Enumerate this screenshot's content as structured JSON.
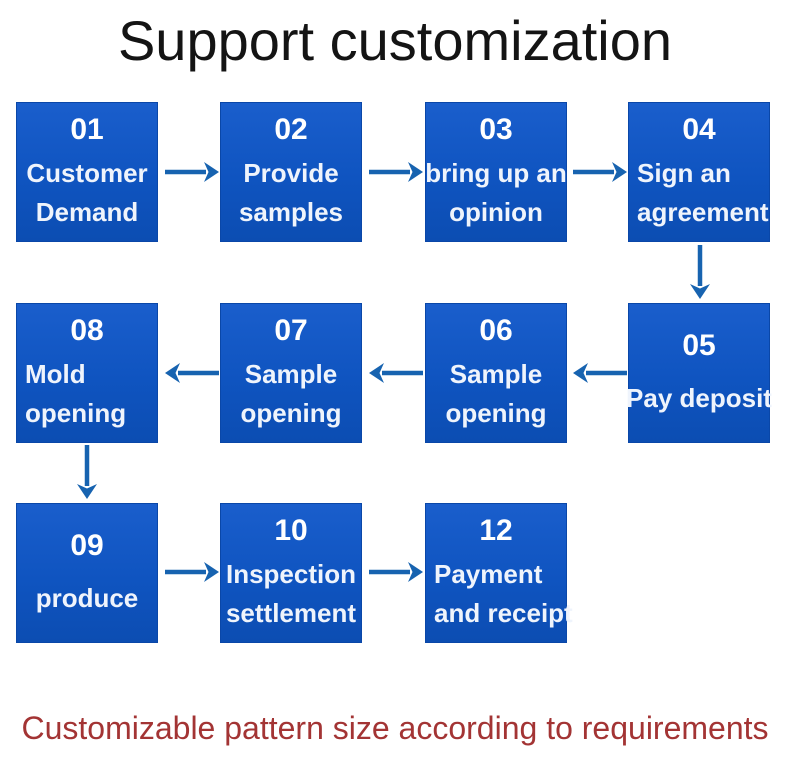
{
  "title": "Support customization",
  "footer": "Customizable pattern size according to requirements",
  "colors": {
    "box-blue": "#0F54C0",
    "box-blue-light": "#1A5ECC",
    "box-blue-dark": "#0C4DB2",
    "box-border": "#0A47A8",
    "arrow-blue": "#1763B0",
    "title-color": "#141414",
    "footer-color": "#A33434",
    "box-text": "#EFF4FC",
    "num-text": "#FFFFFF"
  },
  "boxes": [
    {
      "num": "01",
      "lines": [
        "Customer",
        "Demand"
      ]
    },
    {
      "num": "02",
      "lines": [
        "Provide",
        "samples"
      ]
    },
    {
      "num": "03",
      "lines": [
        "bring up an",
        "opinion"
      ]
    },
    {
      "num": "04",
      "lines": [
        "Sign an",
        "agreement"
      ]
    },
    {
      "num": "05",
      "lines": [
        "Pay deposit"
      ]
    },
    {
      "num": "06",
      "lines": [
        "Sample",
        "opening"
      ]
    },
    {
      "num": "07",
      "lines": [
        "Sample",
        "opening"
      ]
    },
    {
      "num": "08",
      "lines": [
        "Mold",
        "opening"
      ]
    },
    {
      "num": "09",
      "lines": [
        "produce"
      ]
    },
    {
      "num": "10",
      "lines": [
        "Inspection",
        "settlement"
      ]
    },
    {
      "num": "12",
      "lines": [
        "Payment",
        "and receipt"
      ]
    }
  ],
  "connections": [
    {
      "from": "01",
      "to": "02",
      "direction": "right"
    },
    {
      "from": "02",
      "to": "03",
      "direction": "right"
    },
    {
      "from": "03",
      "to": "04",
      "direction": "right"
    },
    {
      "from": "04",
      "to": "05",
      "direction": "down"
    },
    {
      "from": "05",
      "to": "06",
      "direction": "left"
    },
    {
      "from": "06",
      "to": "07",
      "direction": "left"
    },
    {
      "from": "07",
      "to": "08",
      "direction": "left"
    },
    {
      "from": "08",
      "to": "09",
      "direction": "down"
    },
    {
      "from": "09",
      "to": "10",
      "direction": "right"
    },
    {
      "from": "10",
      "to": "12",
      "direction": "right"
    }
  ]
}
